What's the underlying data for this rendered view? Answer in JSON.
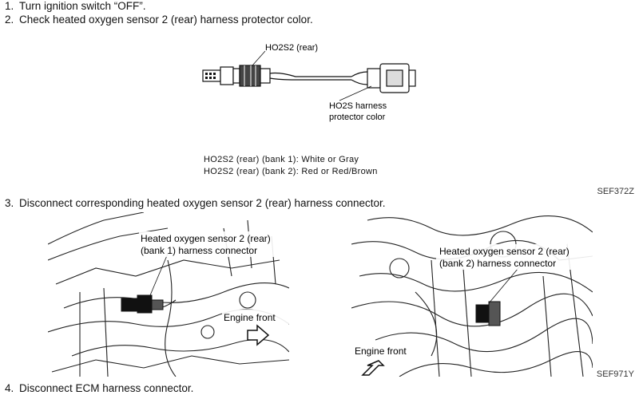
{
  "steps": [
    {
      "num": "1.",
      "text": "Turn ignition switch “OFF”."
    },
    {
      "num": "2.",
      "text": "Check heated oxygen sensor 2 (rear) harness protector color."
    },
    {
      "num": "3.",
      "text": "Disconnect corresponding heated oxygen sensor 2 (rear) harness connector."
    },
    {
      "num": "4.",
      "text": "Disconnect ECM harness connector."
    }
  ],
  "sensor_figure": {
    "label_top": "HO2S2 (rear)",
    "label_bottom_line1": "HO2S harness",
    "label_bottom_line2": "protector color",
    "code": "SEF372Z"
  },
  "spec": {
    "bank1": "HO2S2 (rear) (bank 1): White or Gray",
    "bank2": "HO2S2 (rear) (bank 2): Red or Red/Brown"
  },
  "photo_left": {
    "callout_line1": "Heated oxygen sensor 2 (rear)",
    "callout_line2": "(bank 1) harness connector",
    "engine_front": "Engine front"
  },
  "photo_right": {
    "callout_line1": "Heated oxygen sensor 2 (rear)",
    "callout_line2": "(bank 2) harness connector",
    "engine_front": "Engine front",
    "code": "SEF971Y"
  }
}
